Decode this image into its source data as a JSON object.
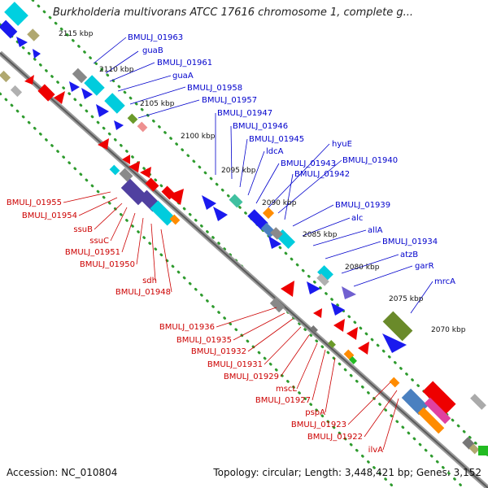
{
  "title": "Burkholderia multivorans ATCC 17616 chromosome 1, complete g...",
  "footer": {
    "accession": "Accession: NC_010804",
    "summary": "Topology: circular; Length: 3,448,421 bp; Genes: 3,152"
  },
  "scale_labels": [
    "2115 kbp",
    "2110 kbp",
    "2105 kbp",
    "2100 kbp",
    "2095 kbp",
    "2090 kbp",
    "2085 kbp",
    "2080 kbp",
    "2075 kbp",
    "2070 kbp"
  ],
  "upper_labels": [
    "BMULJ_01963",
    "guaB",
    "BMULJ_01961",
    "guaA",
    "BMULJ_01958",
    "BMULJ_01957",
    "BMULJ_01947",
    "BMULJ_01946",
    "BMULJ_01945",
    "ldcA",
    "BMULJ_01943",
    "hyuE",
    "BMULJ_01940",
    "BMULJ_01942",
    "BMULJ_01939",
    "alc",
    "allA",
    "BMULJ_01934",
    "atzB",
    "garR",
    "mrcA"
  ],
  "lower_labels": [
    "BMULJ_01955",
    "BMULJ_01954",
    "ssuB",
    "ssuC",
    "BMULJ_01951",
    "BMULJ_01950",
    "sdh",
    "BMULJ_01948",
    "BMULJ_01936",
    "BMULJ_01935",
    "BMULJ_01932",
    "BMULJ_01931",
    "BMULJ_01929",
    "mscL",
    "BMULJ_01927",
    "pspA",
    "BMULJ_01923",
    "BMULJ_01922",
    "ilvA"
  ],
  "colors": {
    "upper_label": "#0000cc",
    "lower_label": "#cc0000",
    "backbone": "#777777",
    "track_dots": "#2e9b2e"
  }
}
